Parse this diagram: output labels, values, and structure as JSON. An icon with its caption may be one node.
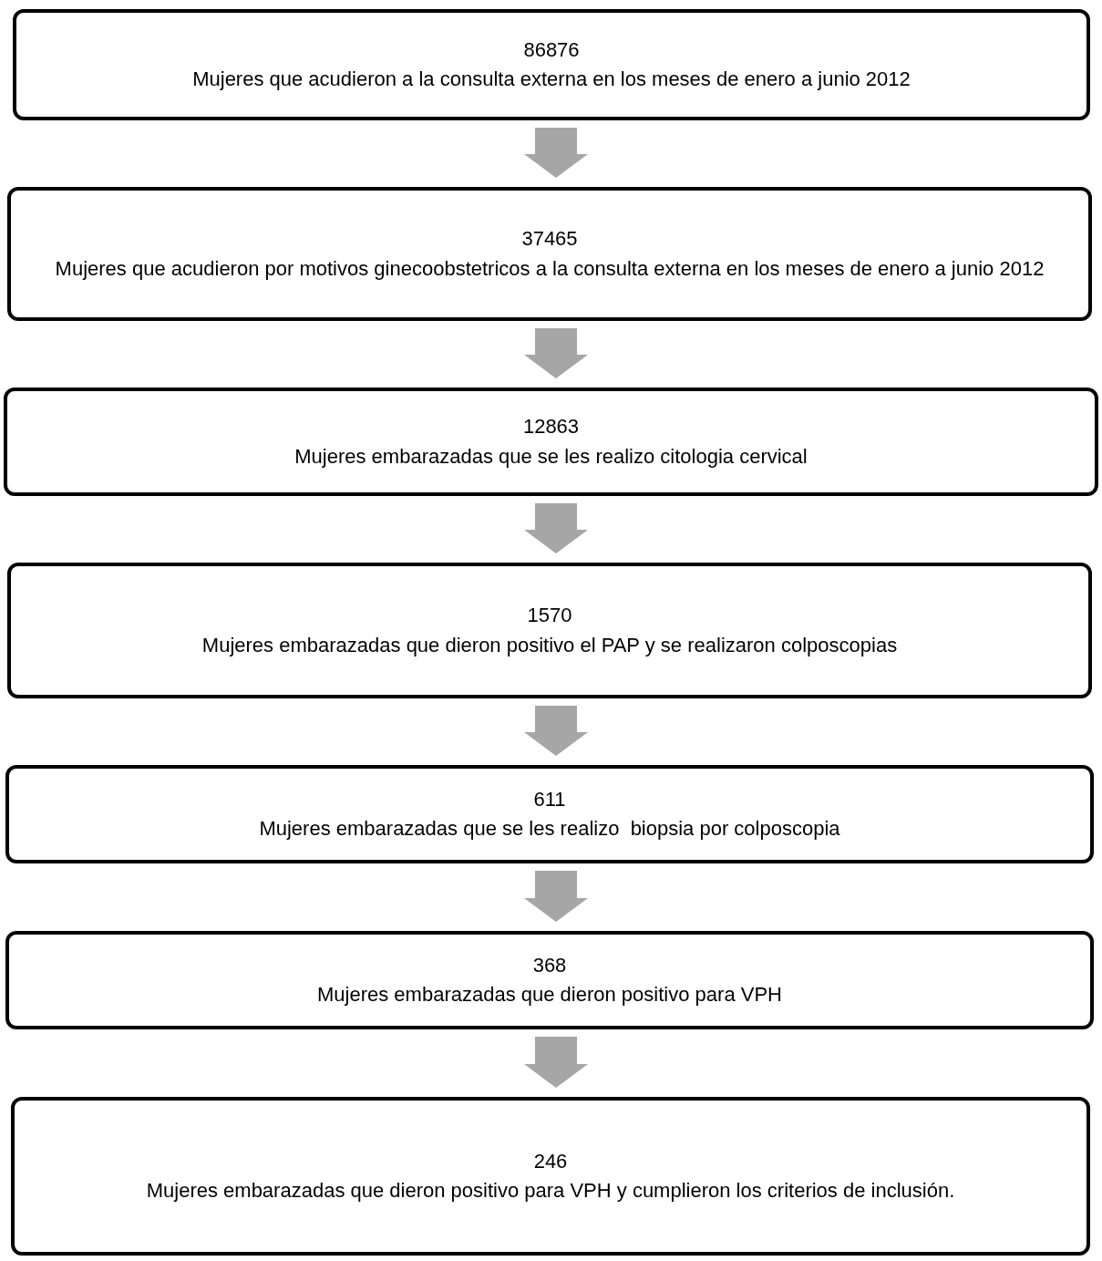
{
  "diagram": {
    "nodes": [
      {
        "text": [
          "86876",
          "Mujeres que acudieron a la consulta externa en los meses de enero a junio 2012"
        ]
      },
      {
        "text": [
          "37465",
          "Mujeres que acudieron por motivos ginecoobstetricos a la consulta externa en los meses de enero a junio 2012"
        ]
      },
      {
        "text": [
          "12863",
          "Mujeres embarazadas que se les realizo citologia cervical"
        ]
      },
      {
        "text": [
          "1570",
          "Mujeres embarazadas que dieron positivo el PAP y se realizaron colposcopias"
        ]
      },
      {
        "text": [
          "611",
          "Mujeres embarazadas que se les realizo  biopsia por colposcopia"
        ]
      },
      {
        "text": [
          "368",
          "Mujeres embarazadas que dieron positivo para VPH"
        ]
      },
      {
        "text": [
          "246",
          "Mujeres embarazadas que dieron positivo para VPH y cumplieron los criterios de inclusión."
        ]
      }
    ],
    "edges": [
      {
        "from": 0,
        "to": 1,
        "arrow": "to"
      },
      {
        "from": 1,
        "to": 2,
        "arrow": "to"
      },
      {
        "from": 2,
        "to": 3,
        "arrow": "to"
      },
      {
        "from": 3,
        "to": 4,
        "arrow": "to"
      },
      {
        "from": 4,
        "to": 5,
        "arrow": "to"
      },
      {
        "from": 5,
        "to": 6,
        "arrow": "to"
      }
    ]
  }
}
